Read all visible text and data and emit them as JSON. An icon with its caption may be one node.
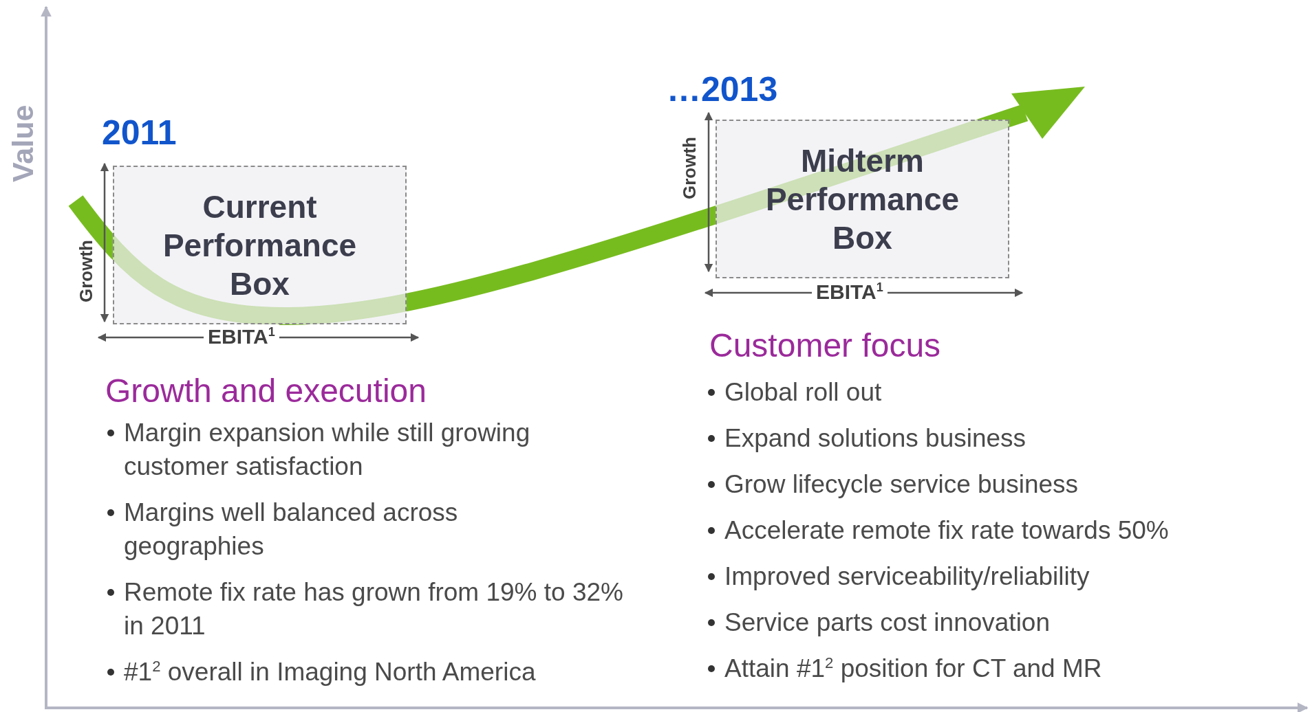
{
  "diagram": {
    "nodes": [
      {
        "text": [
          "2011",
          "Current Performance Box"
        ]
      },
      {
        "text": [
          "…2013",
          "Midterm Performance Box"
        ]
      }
    ],
    "edges": [],
    "labels": [
      "Value",
      "Growth",
      "EBITA$^{1}$",
      "Growth",
      "EBITA$^{1}$",
      "Growth and execution",
      "Margin expansion while still growing customer satisfaction",
      "Margins well balanced across geographies",
      "Remote fix rate has grown from 19% to 32% in 2011",
      "#1$^{2}$ overall in Imaging North America",
      "Customer focus",
      "Global roll out",
      "Expand solutions business",
      "Grow lifecycle service business",
      "Accelerate remote fix rate towards 50%",
      "Improved serviceability/reliability",
      "Service parts cost innovation",
      "Attain #1$^{2}$ position for CT and MR"
    ]
  }
}
